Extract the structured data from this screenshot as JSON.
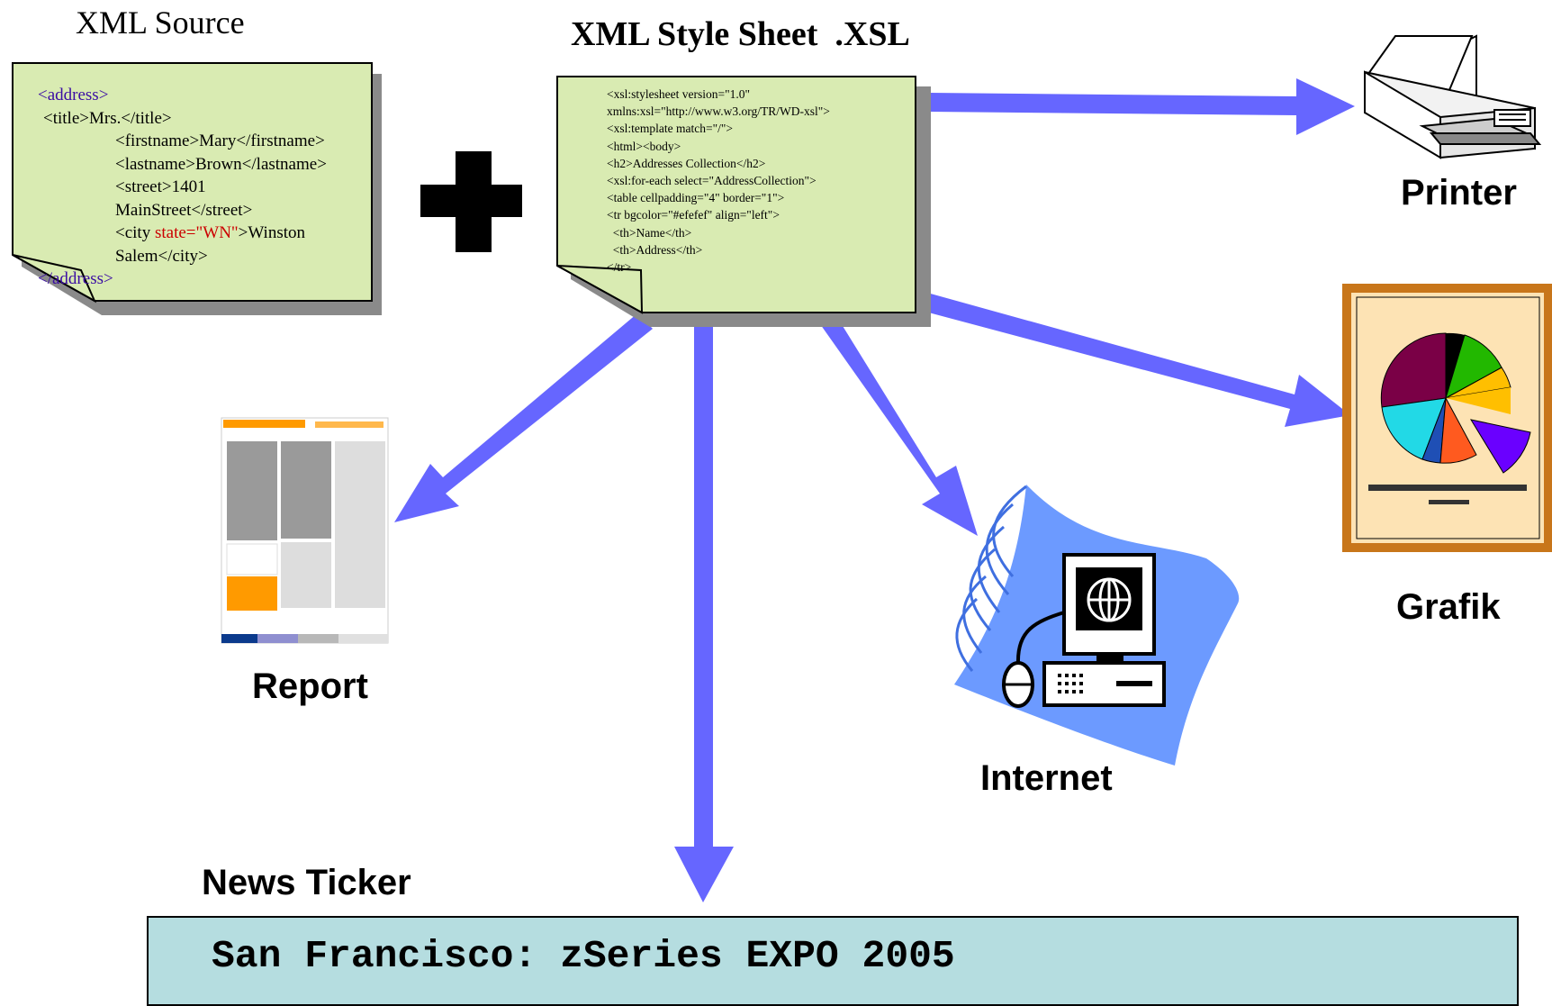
{
  "source": {
    "title": "XML Source",
    "lines": [
      {
        "indent": 0,
        "tag_open": "<address>",
        "text": "",
        "tag_close": ""
      },
      {
        "indent": 1,
        "text": "<title>Mrs.</title>"
      },
      {
        "indent": 2,
        "text": "<firstname>Mary</firstname>"
      },
      {
        "indent": 2,
        "text": "<lastname>Brown</lastname>"
      },
      {
        "indent": 2,
        "text": "<street>1401"
      },
      {
        "indent": 2,
        "text": "MainStreet</street>"
      },
      {
        "indent": 2,
        "pre": "<city ",
        "attr": "state=\"WN\"",
        "post": ">Winston"
      },
      {
        "indent": 2,
        "text": "Salem</city>"
      },
      {
        "indent": 0,
        "text": "</address>"
      }
    ],
    "line_texts": {
      "l0": "<address>",
      "l1": "<title>Mrs.</title>",
      "l2": "<firstname>Mary</firstname>",
      "l3": "<lastname>Brown</lastname>",
      "l4": "<street>1401",
      "l5": "MainStreet</street>",
      "l6_pre": "<city ",
      "l6_attr": "state=\"WN\"",
      "l6_post": ">Winston",
      "l7": "Salem</city>",
      "l8": "</address>"
    }
  },
  "plus_sign": "+",
  "stylesheet": {
    "title": "XML Style Sheet  .XSL",
    "lines": [
      "<xsl:stylesheet version=\"1.0\"",
      "xmlns:xsl=\"http://www.w3.org/TR/WD-xsl\">",
      "<xsl:template match=\"/\">",
      "<html><body>",
      "<h2>Addresses Collection</h2>",
      "<xsl:for-each select=\"AddressCollection\">",
      "<table cellpadding=\"4\" border=\"1\">",
      "<tr bgcolor=\"#efefef\" align=\"left\">",
      "  <th>Name</th>",
      "  <th>Address</th>",
      "</tr>"
    ]
  },
  "outputs": {
    "printer": "Printer",
    "grafik": "Grafik",
    "report": "Report",
    "internet": "Internet",
    "news_ticker": "News Ticker"
  },
  "ticker": {
    "text": "San Francisco: zSeries EXPO 2005"
  },
  "colors": {
    "note_fill": "#d9ebb2",
    "arrow": "#6666ff",
    "ticker_bg": "#b5dde0",
    "attr_red": "#cc0000",
    "tag_purple": "#3a0ca3",
    "frame_brown": "#c8761a",
    "frame_bg": "#fde3b4"
  },
  "icons": [
    "printer-icon",
    "pie-chart-icon",
    "report-document-icon",
    "computer-globe-icon"
  ]
}
